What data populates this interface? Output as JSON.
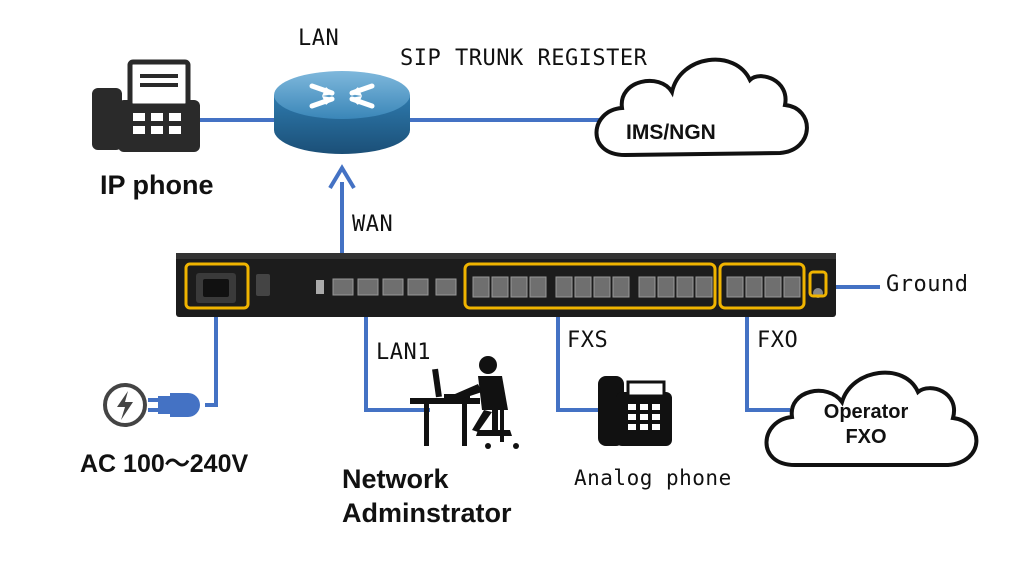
{
  "labels": {
    "lan": "LAN",
    "sip_trunk": "SIP TRUNK REGISTER",
    "ims_ngn": "IMS/NGN",
    "ip_phone": "IP phone",
    "wan": "WAN",
    "ground": "Ground",
    "lan1": "LAN1",
    "fxs": "FXS",
    "fxo": "FXO",
    "operator_line1": "Operator",
    "operator_line2": "FXO",
    "ac": "AC 100～240V",
    "network_admin_line1": "Network",
    "network_admin_line2": "Adminstrator",
    "analog_phone": "Analog phone"
  },
  "colors": {
    "link": "#4472c4",
    "highlight": "#f0b400",
    "device": "#1c1c1c",
    "router": "#2a6e9c"
  },
  "icons": [
    "fax-ip-phone-icon",
    "router-icon",
    "cloud-icon",
    "gateway-device-icon",
    "power-plug-icon",
    "admin-workstation-icon",
    "analog-phone-icon"
  ]
}
